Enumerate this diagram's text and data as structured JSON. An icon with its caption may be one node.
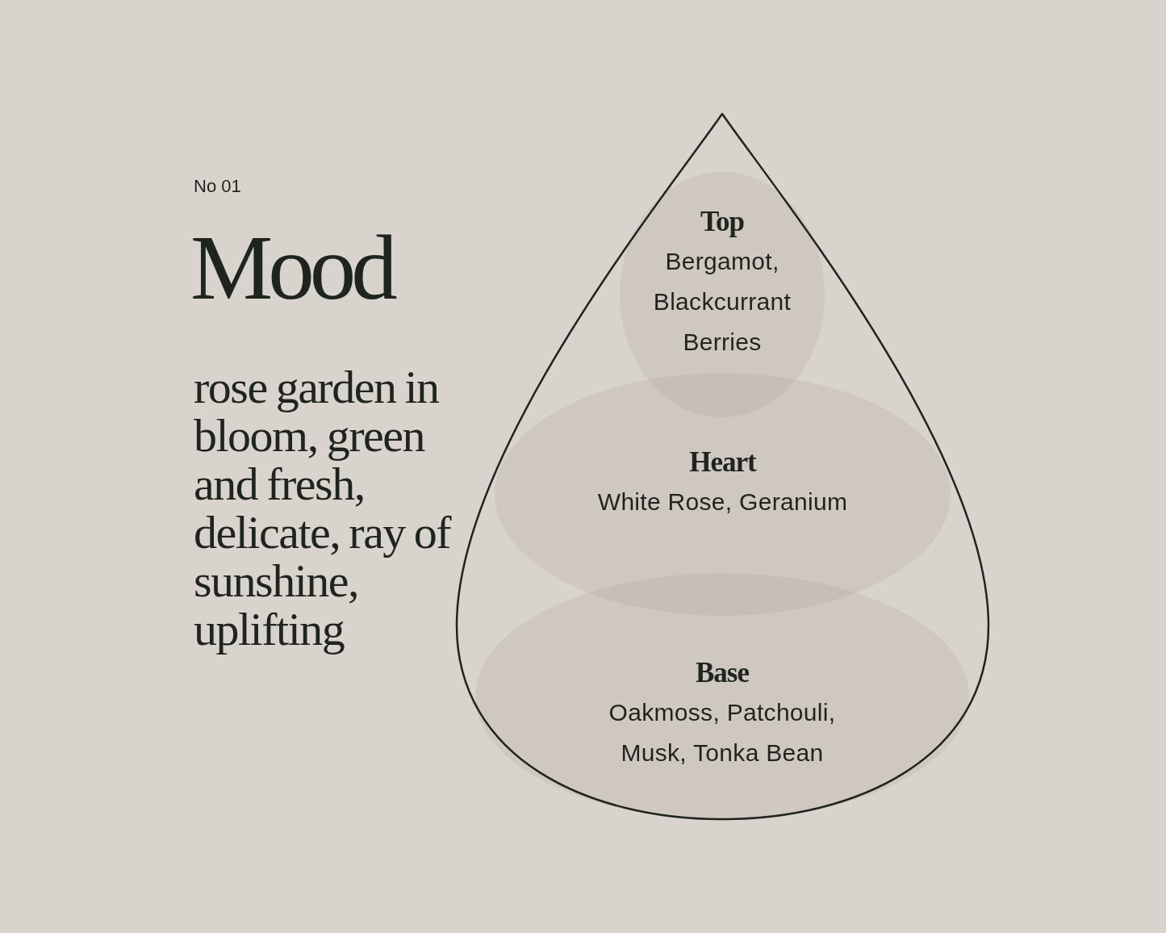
{
  "diagram": {
    "title": "Mood",
    "nodes": [
      {
        "text": [],
        "shape": "drop"
      },
      {
        "text": [
          "Top",
          "Bergamot, Blackcurrant Berries"
        ],
        "in": 0
      },
      {
        "text": [
          "Heart",
          "White Rose, Geranium"
        ],
        "in": 0
      },
      {
        "text": [
          "Base",
          "Oakmoss, Patchouli, Musk, Tonka Bean"
        ],
        "in": 0
      }
    ],
    "labels": [
      "No 01",
      "rose garden in bloom, green and fresh, delicate, ray of sunshine, uplifting"
    ]
  }
}
